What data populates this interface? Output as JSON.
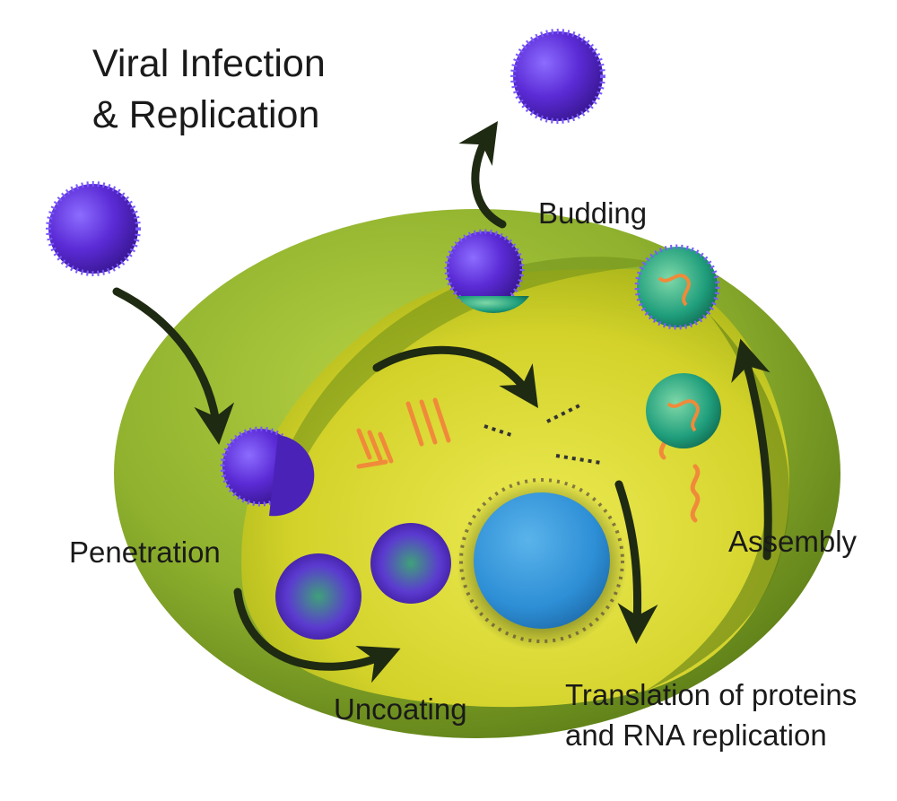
{
  "title": {
    "line1": "Viral Infection",
    "line2": "& Replication"
  },
  "stages": {
    "budding": "Budding",
    "penetration": "Penetration",
    "assembly": "Assembly",
    "uncoating": "Uncoating",
    "translation": "Translation of proteins and RNA replication"
  },
  "colors": {
    "background": "#ffffff",
    "cell_outer": "#8fb12e",
    "cell_inner": "#d9d82a",
    "virus": "#5b2bd6",
    "virus_spike": "#7a5cff",
    "nucleus": "#2e8fd6",
    "capsid_teal": "#1f9e7c",
    "rna": "#f08a3a",
    "arrow": "#1f2a12"
  },
  "icons": [
    "virus-particle-icon",
    "nucleus-icon",
    "rna-strand-icon",
    "capsid-icon",
    "process-arrow-icon"
  ]
}
